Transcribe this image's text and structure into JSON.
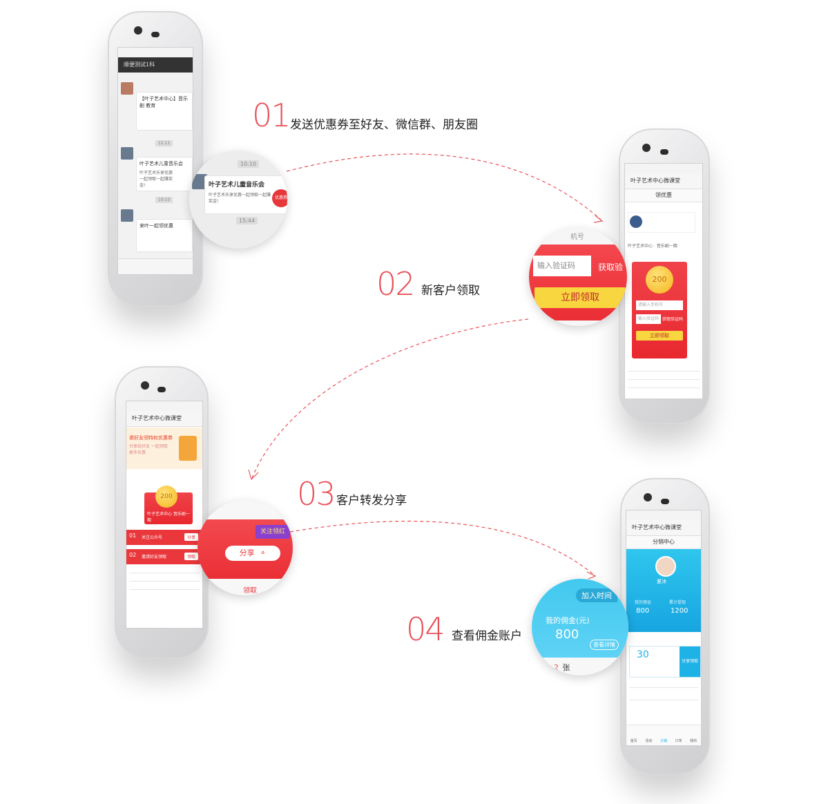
{
  "steps": [
    {
      "num": "01",
      "text": "发送优惠券至好友、微信群、朋友圈"
    },
    {
      "num": "02",
      "text": "新客户领取"
    },
    {
      "num": "03",
      "text": "客户转发分享"
    },
    {
      "num": "04",
      "text": "查看佣金账户"
    }
  ],
  "phone1": {
    "chat_title": "顺便测试1科",
    "card1_title": "【叶子艺术中心】音乐剧 教育",
    "card2_title": "叶子艺术儿童音乐会",
    "card2_sub": "叶子艺术乐享优惠一起领取一起赚奖金!",
    "card3_title": "来叶一起领优惠",
    "time1": "12:11",
    "time2": "10:10",
    "time3": "15:44",
    "zoom_time_top": "10:10",
    "zoom_title": "叶子艺术儿童音乐会",
    "zoom_sub": "叶子艺术乐享优惠一起领取一起赚奖金!",
    "zoom_badge": "优惠券",
    "zoom_time_bottom": "15:44"
  },
  "phone2": {
    "title": "叶子艺术中心微课堂",
    "subtitle": "领优惠",
    "intro": "叶子艺术中心 · 音乐剧一期",
    "coin_value": "200",
    "input_phone": "请输入手机号",
    "input_code": "输入验证码",
    "get_code": "获取验证码",
    "claim_btn": "立即领取",
    "zoom_input": "输入验证码",
    "zoom_get": "获取验",
    "zoom_claim": "立即领取",
    "zoom_top": "机号"
  },
  "phone3": {
    "title": "叶子艺术中心微课堂",
    "banner_title": "邀好友领特权优惠券",
    "banner_sub": "分享给好友 一起领取更多优惠",
    "coin_value": "200",
    "card_text": "叶子艺术中心 音乐剧一期",
    "row1_num": "01",
    "row1_text": "关注公众号",
    "row1_btn": "分享",
    "row2_num": "02",
    "row2_text": "邀请好友领取",
    "row2_btn": "领取",
    "zoom_share": "分享",
    "zoom_follow": "关注领红",
    "zoom_claim": "领取"
  },
  "phone4": {
    "title": "叶子艺术中心微课堂",
    "subtitle": "分销中心",
    "nickname": "夏沐",
    "stat1_label": "我的佣金",
    "stat1_value": "800",
    "stat2_label": "累计提现",
    "stat2_value": "1200",
    "coupon_value": "30",
    "coupon_btn": "分享领取",
    "tabs": [
      "首页",
      "活动",
      "分销",
      "订单",
      "我的"
    ],
    "zoom_join": "加入时间",
    "zoom_label": "我的佣金(元)",
    "zoom_value": "800",
    "zoom_btn": "查看详情",
    "zoom_count": "2",
    "zoom_unit": "张"
  },
  "colors": {
    "accent": "#e9525a",
    "red": "#ee3a40",
    "gold": "#f8d640",
    "blue": "#1fb2e6"
  }
}
